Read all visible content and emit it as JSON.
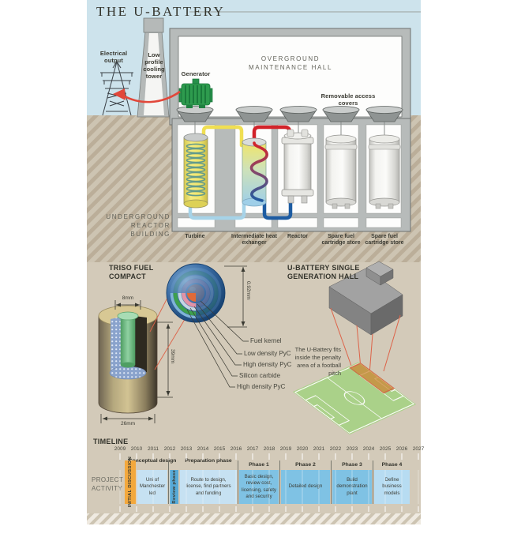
{
  "title": "THE U-BATTERY",
  "overground": {
    "electrical_output": "Electrical output",
    "cooling_tower": "Low profile cooling tower",
    "generator": "Generator",
    "hall": "OVERGROUND MAINTENANCE HALL",
    "access_covers": "Removable access covers"
  },
  "underground": {
    "building": "UNDERGROUND REACTOR BUILDING",
    "equipment": [
      "Turbine",
      "Intermediate heat exhanger",
      "Reactor",
      "Spare fuel cartridge store",
      "Spare fuel cartridge store"
    ]
  },
  "triso": {
    "title": "TRISO FUEL COMPACT",
    "dimensions": {
      "bore": "8mm",
      "height": "39mm",
      "diameter": "26mm",
      "particle": "0.92mm"
    },
    "layers": [
      "Fuel kernel",
      "Low density PyC",
      "High density PyC",
      "Silicon carbide",
      "High density PyC"
    ]
  },
  "generation_hall": {
    "title": "U-BATTERY SINGLE GENERATION HALL",
    "note": "The U-Battery fits inside the penalty area of a football pitch"
  },
  "timeline": {
    "title": "TIMELINE",
    "axis": "PROJECT ACTIVITY",
    "years": [
      "2009",
      "2010",
      "2011",
      "2012",
      "2013",
      "2014",
      "2015",
      "2016",
      "2017",
      "2018",
      "2019",
      "2020",
      "2021",
      "2022",
      "2023",
      "2024",
      "2025",
      "2026",
      "2027"
    ],
    "phases": [
      {
        "label": "INITIAL DISCUSSION",
        "detail": ""
      },
      {
        "label": "Conceptual design",
        "detail": "Uni of Manchester led"
      },
      {
        "label": "Review phase",
        "detail": ""
      },
      {
        "label": "Preparation phase",
        "detail": "Route to design, license, find partners and funding"
      },
      {
        "label": "Phase 1",
        "detail": "Basic design, review cost, licensing, safety and security"
      },
      {
        "label": "Phase 2",
        "detail": "Detailed design"
      },
      {
        "label": "Phase 3",
        "detail": "Build demonstration plant"
      },
      {
        "label": "Phase 4",
        "detail": "Define business models"
      }
    ],
    "colors": {
      "initial": "#f3a83c",
      "light_blue": "#c6e1f2",
      "review": "#57a9d6",
      "phase": "#7fc2e4",
      "phase4": "#b7dcf2"
    }
  },
  "colors": {
    "sky": "#cde3ec",
    "ground": "#d3cab9",
    "pipe_hot": "#d2232a",
    "pipe_cold": "#1d5ca2",
    "pitch": "#aad189",
    "highlight": "#dd6248"
  }
}
